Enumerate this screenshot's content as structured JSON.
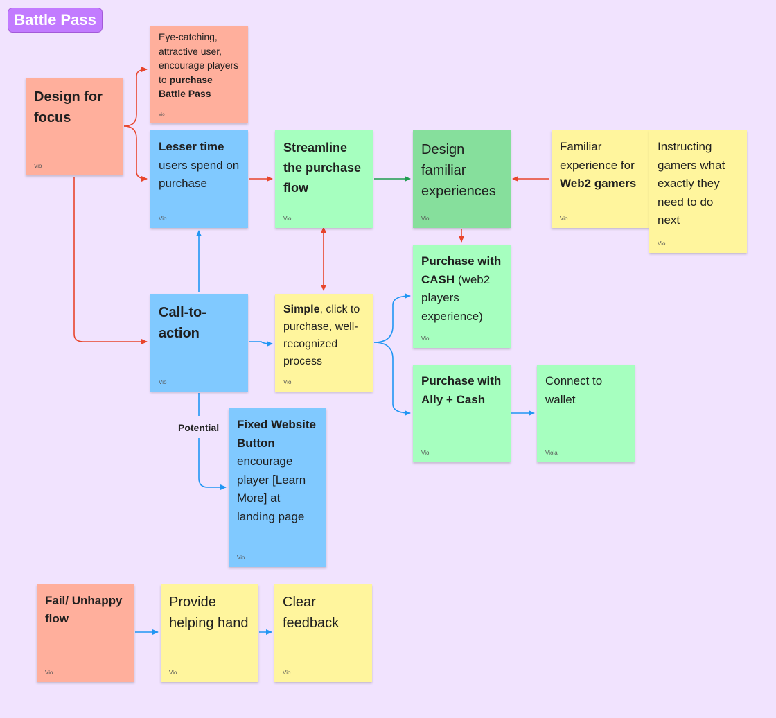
{
  "board": {
    "title": "Battle Pass"
  },
  "notes": {
    "design_focus": {
      "title": "Design for focus",
      "author": "Vio"
    },
    "eye_catching": {
      "text": "Eye-catching, attractive user, encourage players to ",
      "bold": "purchase Battle Pass",
      "author": "Vio"
    },
    "lesser_time": {
      "bold": "Lesser time",
      "text": " users spend on purchase",
      "author": "Vio"
    },
    "streamline": {
      "bold": "Streamline the purchase flow",
      "author": "Vio"
    },
    "design_familiar": {
      "text": "Design familiar experiences",
      "author": "Vio"
    },
    "familiar_exp": {
      "text": "Familiar experience for ",
      "bold": "Web2 gamers",
      "author": "Vio"
    },
    "instructing": {
      "text": "Instructing gamers what exactly they need to do next",
      "author": "Vio"
    },
    "purchase_cash": {
      "bold": "Purchase with CASH",
      "text": " (web2 players experience)",
      "author": "Vio"
    },
    "call_to_action": {
      "bold": "Call-to-action",
      "author": "Vio"
    },
    "simple": {
      "bold": "Simple",
      "text": ", click to purchase, well-recognized process",
      "author": "Vio"
    },
    "purchase_ally": {
      "bold": "Purchase with Ally + Cash",
      "author": "Vio"
    },
    "connect_wallet": {
      "text": "Connect to wallet",
      "author": "Viola"
    },
    "fixed_button": {
      "bold": "Fixed Website Button",
      "text": " encourage player [Learn More] at landing page",
      "author": "Vio"
    },
    "fail_flow": {
      "bold": "Fail/ Unhappy flow",
      "author": "Vio"
    },
    "helping_hand": {
      "text": "Provide helping hand",
      "author": "Vio"
    },
    "clear_feedback": {
      "text": "Clear feedback",
      "author": "Vio"
    }
  },
  "connector_labels": {
    "potential": "Potential"
  },
  "colors": {
    "background": "#f1e3fe",
    "tag": "#c27bff",
    "salmon": "#ffaf9c",
    "blue": "#80c9ff",
    "green": "#a6ffbf",
    "dark_green": "#86df9c",
    "yellow": "#fff59d",
    "arrow_red": "#e8452c",
    "arrow_blue": "#2196f3",
    "arrow_green": "#1f9d4f"
  }
}
